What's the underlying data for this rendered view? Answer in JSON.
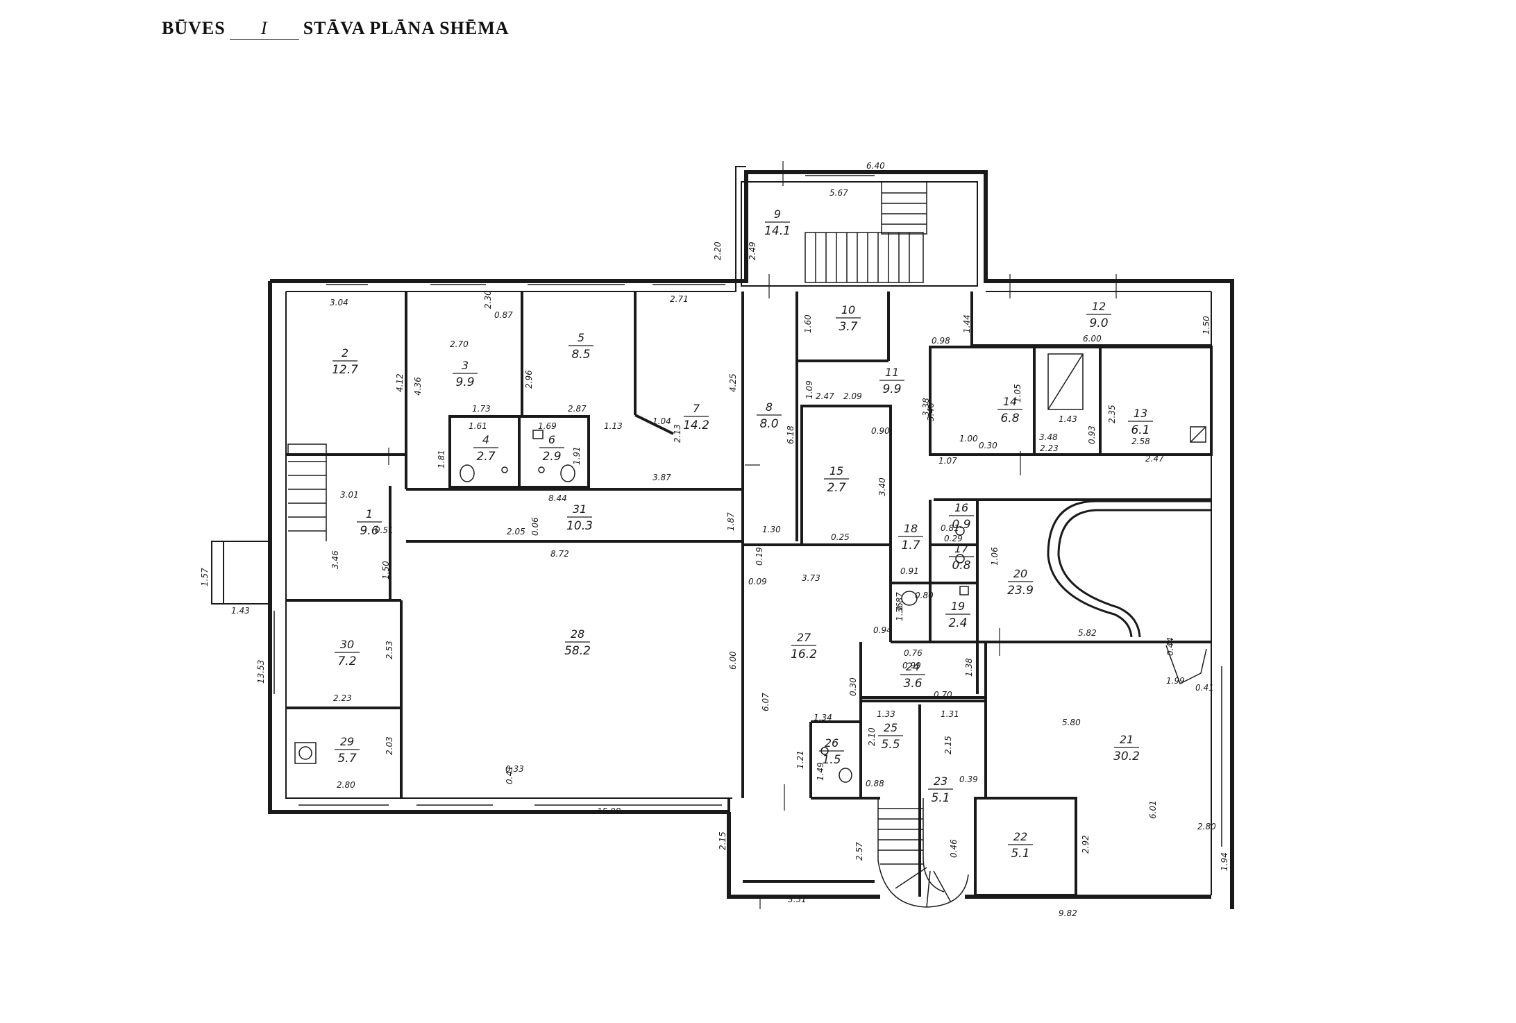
{
  "title": {
    "prefix": "BŪVES",
    "floor_mark": "I",
    "suffix": "STĀVA PLĀNA SHĒMA"
  },
  "rooms": [
    {
      "num": "1",
      "area": "9.6"
    },
    {
      "num": "2",
      "area": "12.7"
    },
    {
      "num": "3",
      "area": "9.9"
    },
    {
      "num": "4",
      "area": "2.7"
    },
    {
      "num": "5",
      "area": "8.5"
    },
    {
      "num": "6",
      "area": "2.9"
    },
    {
      "num": "7",
      "area": "14.2"
    },
    {
      "num": "8",
      "area": "8.0"
    },
    {
      "num": "9",
      "area": "14.1"
    },
    {
      "num": "10",
      "area": "3.7"
    },
    {
      "num": "11",
      "area": "9.9"
    },
    {
      "num": "12",
      "area": "9.0"
    },
    {
      "num": "13",
      "area": "6.1"
    },
    {
      "num": "14",
      "area": "6.8"
    },
    {
      "num": "15",
      "area": "2.7"
    },
    {
      "num": "16",
      "area": "0.9"
    },
    {
      "num": "17",
      "area": "0.8"
    },
    {
      "num": "18",
      "area": "1.7"
    },
    {
      "num": "19",
      "area": "2.4"
    },
    {
      "num": "20",
      "area": "23.9"
    },
    {
      "num": "21",
      "area": "30.2"
    },
    {
      "num": "22",
      "area": "5.1"
    },
    {
      "num": "23",
      "area": "5.1"
    },
    {
      "num": "24",
      "area": "3.6"
    },
    {
      "num": "25",
      "area": "5.5"
    },
    {
      "num": "26",
      "area": "1.5"
    },
    {
      "num": "27",
      "area": "16.2"
    },
    {
      "num": "28",
      "area": "58.2"
    },
    {
      "num": "29",
      "area": "5.7"
    },
    {
      "num": "30",
      "area": "7.2"
    },
    {
      "num": "31",
      "area": "10.3"
    }
  ],
  "dimensions": [
    "6.40",
    "5.67",
    "2.49",
    "2.20",
    "3.04",
    "2.30",
    "0.87",
    "2.71",
    "1.60",
    "0.98",
    "1.44",
    "6.00",
    "1.50",
    "2.70",
    "2.96",
    "4.36",
    "4.12",
    "4.25",
    "1.73",
    "2.87",
    "1.04",
    "2.13",
    "1.61",
    "1.69",
    "1.13",
    "1.81",
    "1.91",
    "3.87",
    "2.09",
    "1.09",
    "2.47",
    "0.90",
    "3.38",
    "3.46",
    "1.05",
    "1.43",
    "0.93",
    "2.35",
    "2.58",
    "2.47",
    "1.00",
    "1.07",
    "0.30",
    "3.48",
    "2.23",
    "6.18",
    "3.40",
    "3.01",
    "3.46",
    "0.51",
    "1.50",
    "8.44",
    "2.05",
    "0.06",
    "1.87",
    "1.30",
    "0.25",
    "8.72",
    "0.19",
    "0.09",
    "3.73",
    "0.91",
    "1.06",
    "1.57",
    "1.43",
    "13.53",
    "2.53",
    "2.23",
    "2.03",
    "2.80",
    "6.00",
    "0.33",
    "0.41",
    "15.08",
    "6.07",
    "0.94",
    "0.76",
    "1.38",
    "1.36",
    "1.87",
    "0.30",
    "1.34",
    "1.33",
    "1.31",
    "2.10",
    "1.21",
    "1.49",
    "2.15",
    "0.39",
    "0.88",
    "2.57",
    "0.46",
    "2.15",
    "3.51",
    "5.80",
    "6.01",
    "2.92",
    "1.94",
    "2.80",
    "9.82",
    "0.44",
    "1.99",
    "0.41",
    "5.82",
    "0.70",
    "0.99",
    "0.80",
    "0.81",
    "0.29"
  ],
  "colors": {
    "ink": "#1a1a1a",
    "paper": "#ffffff"
  }
}
